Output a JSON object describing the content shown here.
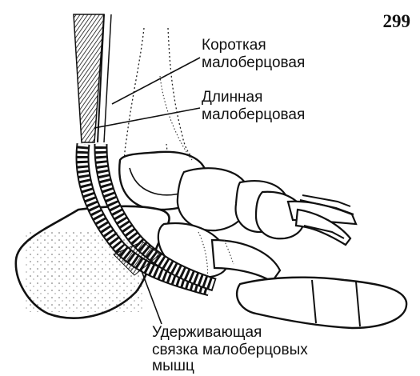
{
  "page_number": "299",
  "labels": {
    "short_peroneal": {
      "line1": "Короткая",
      "line2": "малоберцовая"
    },
    "long_peroneal": {
      "line1": "Длинная",
      "line2": "малоберцовая"
    },
    "retinaculum": {
      "line1": "Удерживающая",
      "line2": "связка  малоберцовых",
      "line3": "мышц"
    }
  },
  "colors": {
    "ink": "#111111",
    "paper": "#ffffff"
  }
}
